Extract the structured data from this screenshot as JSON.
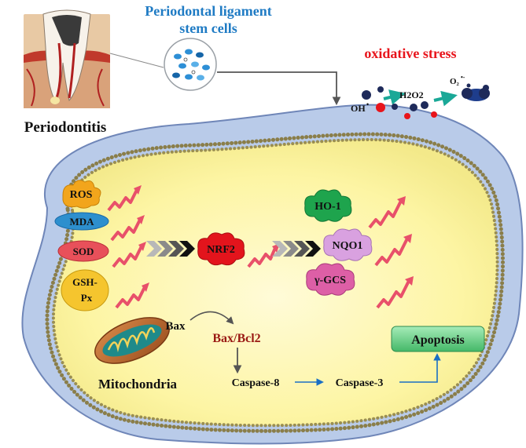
{
  "title": {
    "line1": "Periodontal ligament",
    "line2": "stem cells"
  },
  "oxidative_stress": "oxidative stress",
  "periodontitis": "Periodontitis",
  "molecules": {
    "h2o2": "H2O2",
    "o2": "O₂",
    "o2_sup": "•-",
    "oh": "OH",
    "oh_sup": "•"
  },
  "markers": {
    "ros": "ROS",
    "mda": "MDA",
    "sod": "SOD",
    "gsh_line1": "GSH-",
    "gsh_line2": "Px"
  },
  "nrf2": "NRF2",
  "targets": {
    "ho1": "HO-1",
    "nqo1": "NQO1",
    "gcs": "γ-GCS"
  },
  "bax": "Bax",
  "bax_bcl2": "Bax/Bcl2",
  "mitochondria": "Mitochondria",
  "caspase8": "Caspase-8",
  "caspase3": "Caspase-3",
  "apoptosis": "Apoptosis",
  "colors": {
    "title_blue": "#1f7bc4",
    "stress_red": "#e8141b",
    "cytoplasm": "#fdf6a8",
    "membrane_blue": "#b9cbe9",
    "arrow_pink": "#e8506a",
    "ros_orange": "#f2a51c",
    "mda_blue": "#2d8fce",
    "sod_red": "#e8505a",
    "gsh_yellow": "#f5c52e",
    "nrf2_red": "#e3141c",
    "ho1_green": "#1ea44d",
    "nqo1_purple": "#d9a1e0",
    "gcs_pink": "#dd5fa6",
    "apoptosis_green": "#6fcf8c",
    "baxbcl2_red": "#9a1a14",
    "link_blue": "#1a6fc4"
  }
}
